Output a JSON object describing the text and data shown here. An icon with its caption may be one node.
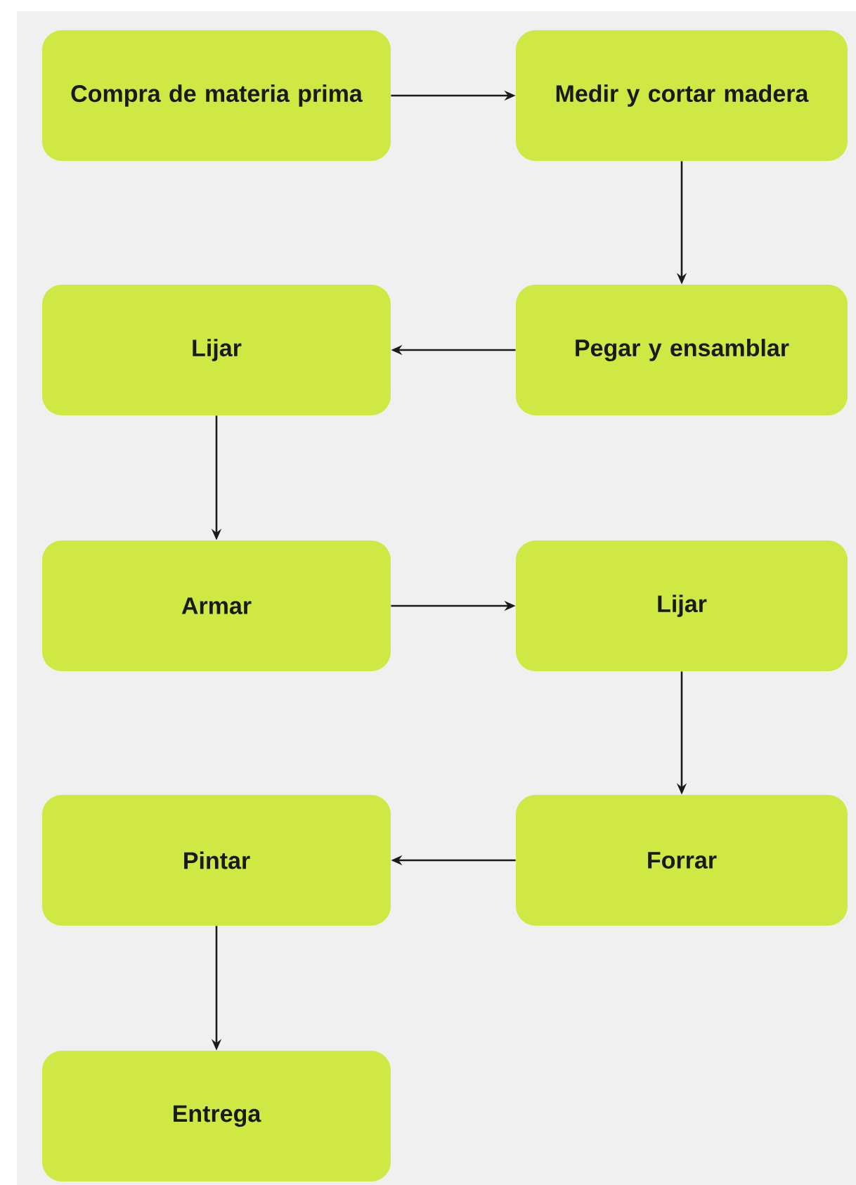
{
  "diagram": {
    "nodes": [
      {
        "text": [
          "Compra de materia prima"
        ]
      },
      {
        "text": [
          "Medir y cortar madera"
        ]
      },
      {
        "text": [
          "Pegar y ensamblar"
        ]
      },
      {
        "text": [
          "Lijar"
        ]
      },
      {
        "text": [
          "Armar"
        ]
      },
      {
        "text": [
          "Lijar"
        ]
      },
      {
        "text": [
          "Forrar"
        ]
      },
      {
        "text": [
          "Pintar"
        ]
      },
      {
        "text": [
          "Entrega"
        ]
      }
    ],
    "edges": [
      {
        "from": 0,
        "to": 1,
        "arrow": "to"
      },
      {
        "from": 1,
        "to": 2,
        "arrow": "to"
      },
      {
        "from": 2,
        "to": 3,
        "arrow": "to"
      },
      {
        "from": 3,
        "to": 4,
        "arrow": "to"
      },
      {
        "from": 4,
        "to": 5,
        "arrow": "to"
      },
      {
        "from": 5,
        "to": 6,
        "arrow": "to"
      },
      {
        "from": 6,
        "to": 7,
        "arrow": "to"
      },
      {
        "from": 7,
        "to": 8,
        "arrow": "to"
      }
    ]
  }
}
